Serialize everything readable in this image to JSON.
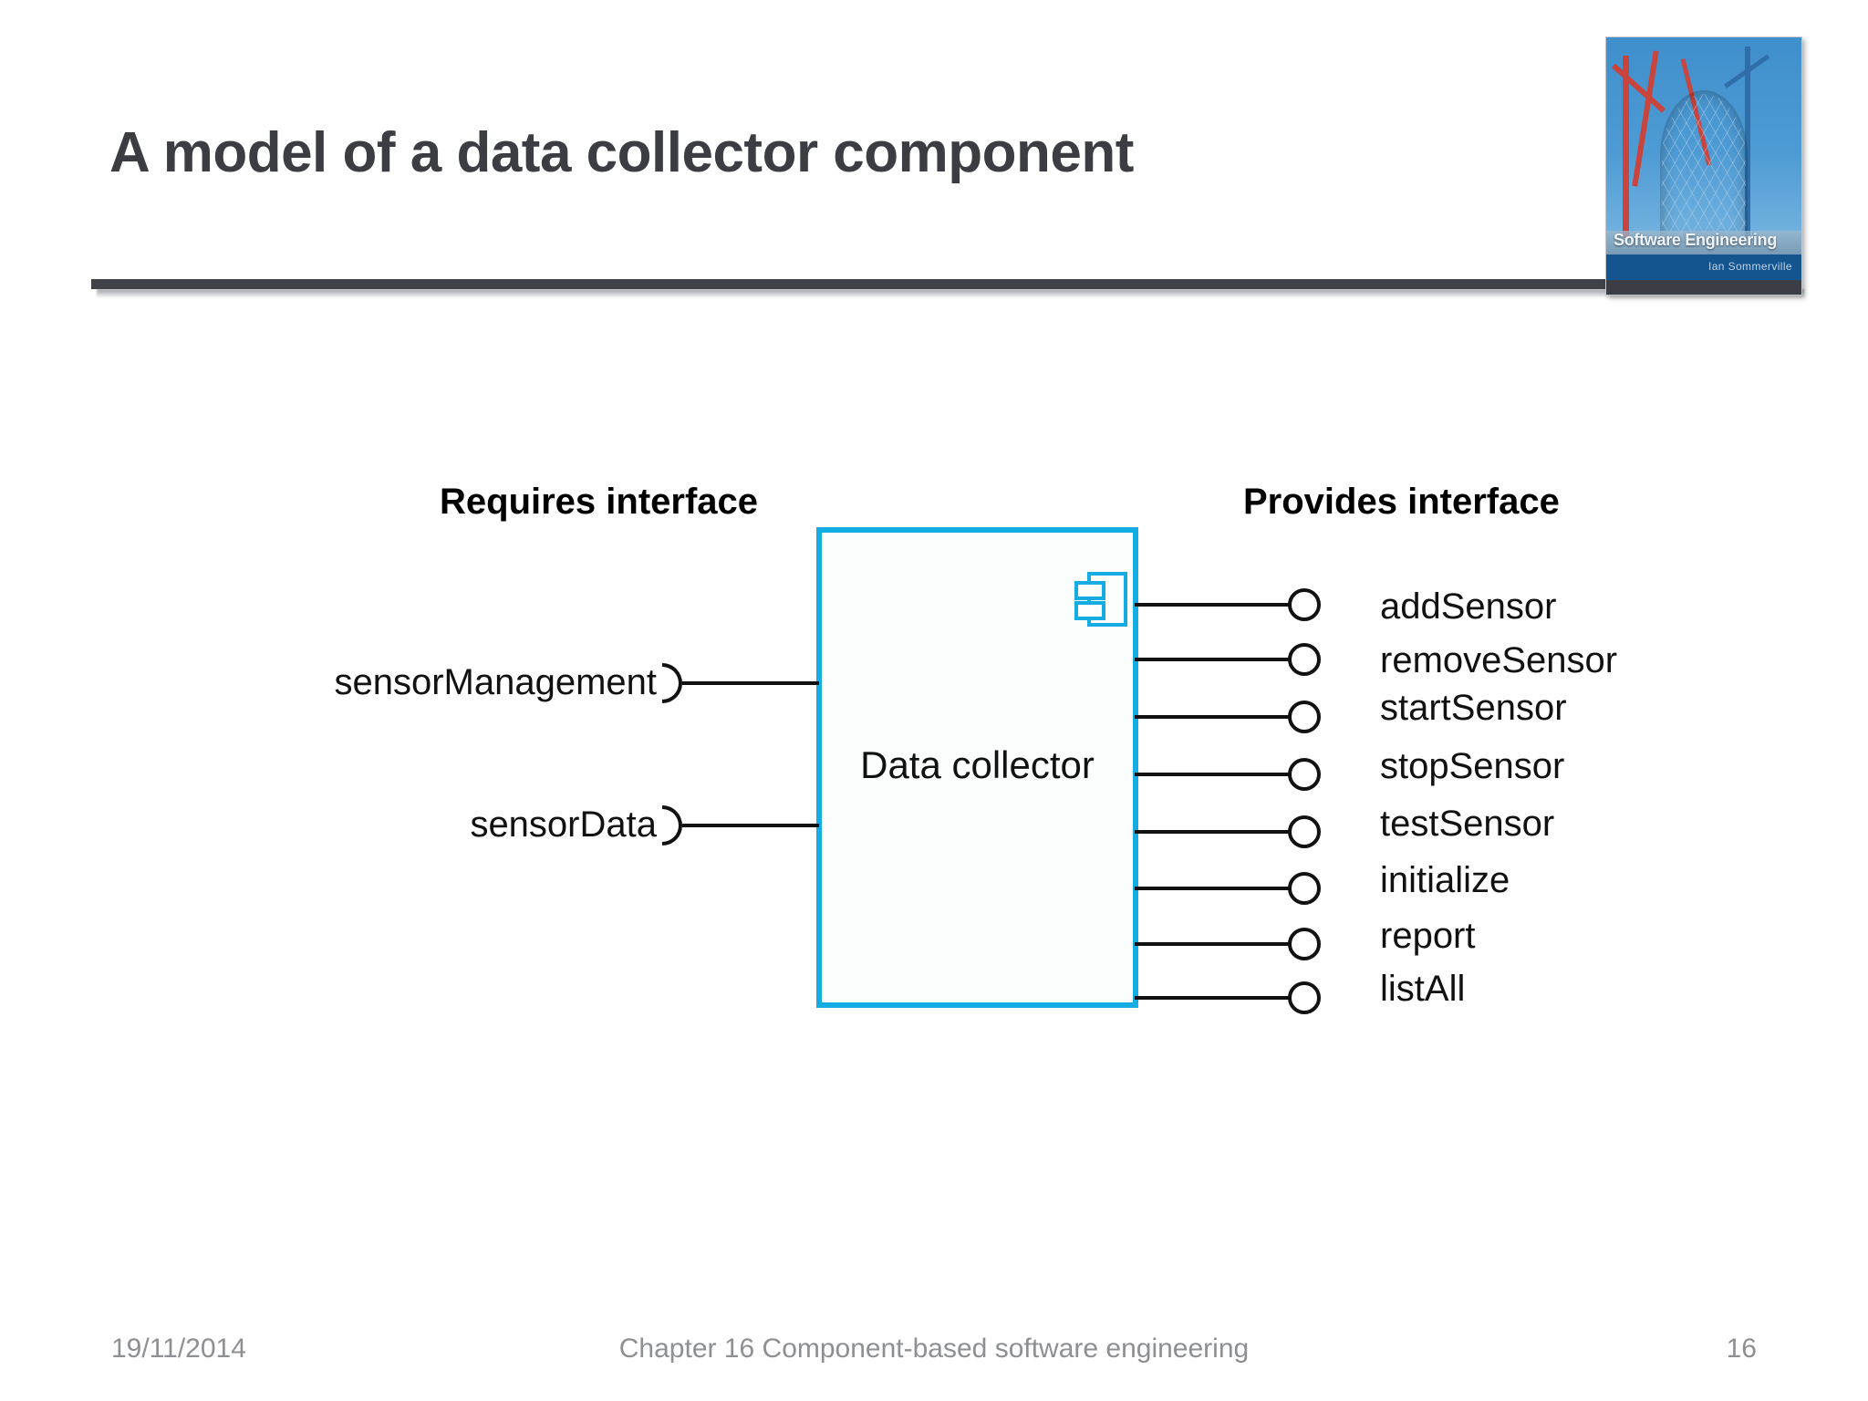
{
  "slide": {
    "title": "A model of a data collector component",
    "accent_color": "#15ACE4",
    "title_color": "#3B3D42",
    "footer_color": "#8D8F93"
  },
  "book_cover": {
    "icon": "software-engineering-book-cover",
    "title": "Software Engineering",
    "author": "Ian Sommerville"
  },
  "diagram": {
    "type": "uml-component-diagram",
    "requires_header": "Requires interface",
    "provides_header": "Provides interface",
    "component": {
      "name": "Data collector",
      "icon": "uml-component-icon",
      "border_color": "#15ACE4",
      "fill_color": "#FBFEFC"
    },
    "required_interfaces": [
      {
        "label": "sensorManagement",
        "notation": "socket"
      },
      {
        "label": "sensorData",
        "notation": "socket"
      }
    ],
    "provided_interfaces": [
      {
        "label": "addSensor",
        "notation": "ball"
      },
      {
        "label": "removeSensor",
        "notation": "ball"
      },
      {
        "label": "startSensor",
        "notation": "ball"
      },
      {
        "label": "stopSensor",
        "notation": "ball"
      },
      {
        "label": "testSensor",
        "notation": "ball"
      },
      {
        "label": "initialize",
        "notation": "ball"
      },
      {
        "label": "report",
        "notation": "ball"
      },
      {
        "label": "listAll",
        "notation": "ball"
      }
    ]
  },
  "footer": {
    "date": "19/11/2014",
    "center": "Chapter 16 Component-based software engineering",
    "page": "16"
  }
}
